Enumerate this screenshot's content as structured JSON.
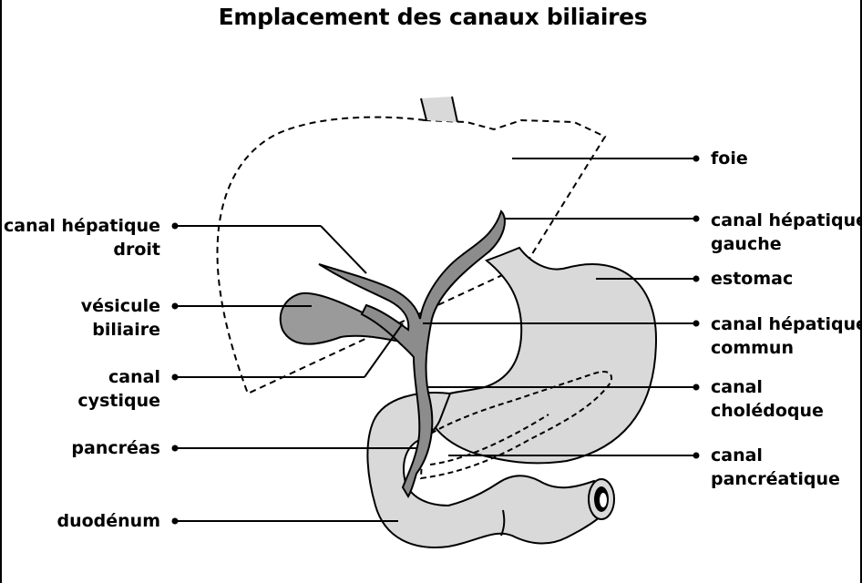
{
  "title": "Emplacement des canaux biliaires",
  "labels_left": [
    {
      "id": "canal-hepatique-droit",
      "lines": [
        "canal hépatique",
        "droit"
      ]
    },
    {
      "id": "vesicule-biliaire",
      "lines": [
        "vésicule",
        "biliaire"
      ]
    },
    {
      "id": "canal-cystique",
      "lines": [
        "canal",
        "cystique"
      ]
    },
    {
      "id": "pancreas",
      "lines": [
        "pancréas"
      ]
    },
    {
      "id": "duodenum",
      "lines": [
        "duodénum"
      ]
    }
  ],
  "labels_right": [
    {
      "id": "foie",
      "lines": [
        "foie"
      ]
    },
    {
      "id": "canal-hepatique-gauche",
      "lines": [
        "canal hépatique",
        "gauche"
      ]
    },
    {
      "id": "estomac",
      "lines": [
        "estomac"
      ]
    },
    {
      "id": "canal-hepatique-commun",
      "lines": [
        "canal hépatique",
        "commun"
      ]
    },
    {
      "id": "canal-choledoque",
      "lines": [
        "canal",
        "cholédoque"
      ]
    },
    {
      "id": "canal-pancreatique",
      "lines": [
        "canal",
        "pancréatique"
      ]
    }
  ],
  "colors": {
    "organ_fill": "#d9d9d9",
    "gallbladder_fill": "#9a9a9a",
    "duct_fill": "#8c8c8c",
    "stroke": "#000000"
  }
}
